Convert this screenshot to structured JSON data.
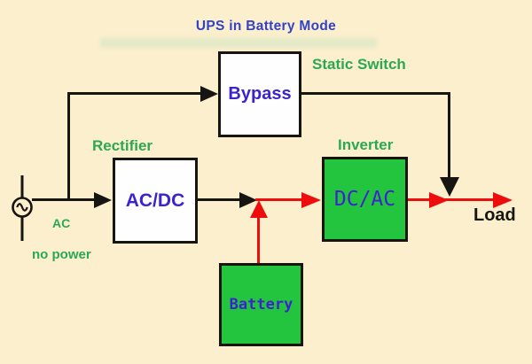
{
  "title": "UPS in Battery Mode",
  "diagram": {
    "blocks": {
      "bypass": "Bypass",
      "rectifier_unit": "AC/DC",
      "inverter_unit": "DC/AC",
      "battery": "Battery"
    },
    "labels": {
      "static_switch": "Static Switch",
      "rectifier": "Rectifier",
      "inverter": "Inverter",
      "ac": "AC",
      "no_power": "no power",
      "load": "Load"
    },
    "icons": {
      "ac_source": "ac-source-icon"
    },
    "colors": {
      "background": "#FBEFCD",
      "block_green": "#24C53E",
      "label_green": "#2CA852",
      "title_blue": "#3443C6",
      "block_text_blue": "#3B24CE",
      "power_path_red": "#EC0D0C",
      "line_black": "#171512",
      "load_text_black": "#171512"
    }
  }
}
